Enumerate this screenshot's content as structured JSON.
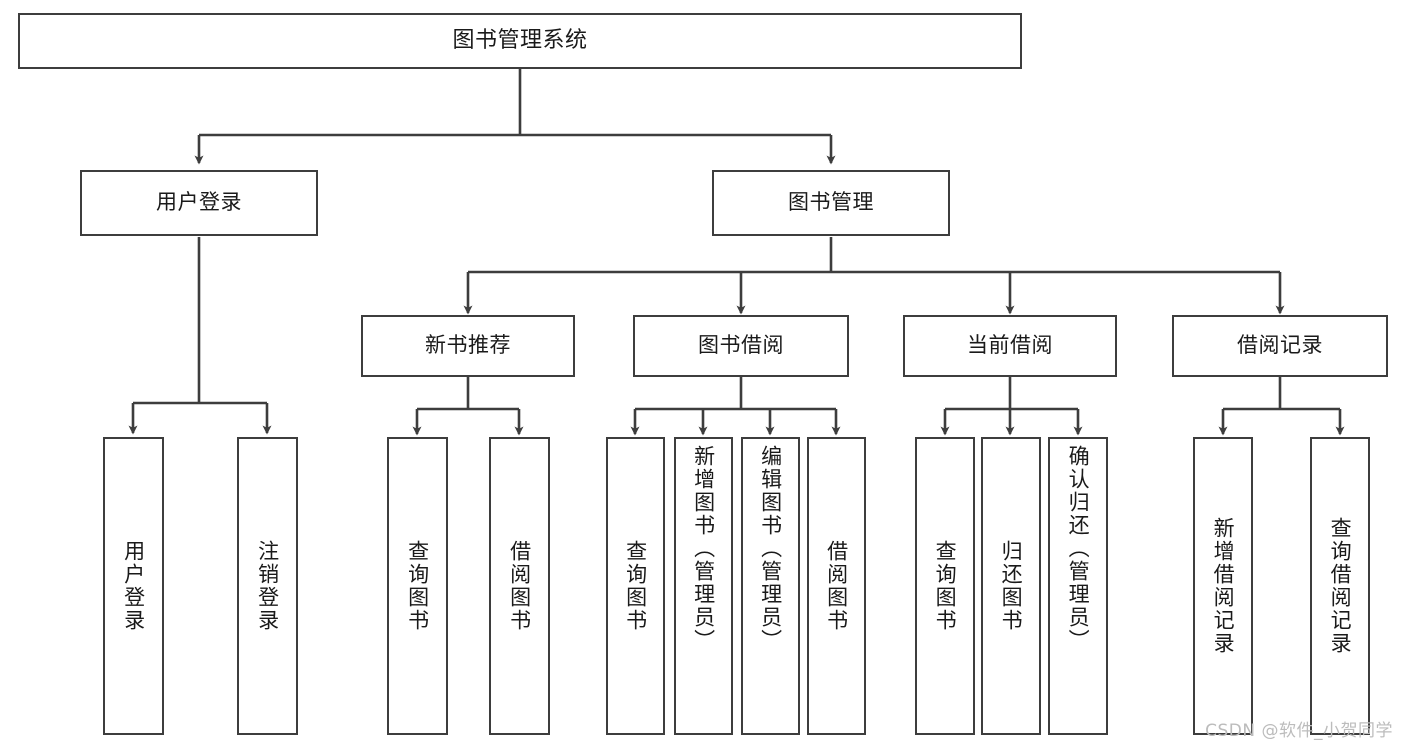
{
  "diagram": {
    "type": "tree-hierarchy",
    "orientation": "top-down",
    "title": "图书管理系统",
    "watermark": "CSDN @软件_小贺同学",
    "colors": {
      "box_border": "#3d3d3d",
      "box_fill": "#ffffff",
      "connector": "#3d3d3d",
      "text": "#1a1a1a",
      "watermark": "#bcbcbc",
      "background": "#ffffff"
    },
    "root": {
      "label": "图书管理系统"
    },
    "level2": [
      {
        "label": "用户登录"
      },
      {
        "label": "图书管理"
      }
    ],
    "level3": [
      {
        "label": "新书推荐"
      },
      {
        "label": "图书借阅"
      },
      {
        "label": "当前借阅"
      },
      {
        "label": "借阅记录"
      }
    ],
    "leaves": {
      "user_login": [
        {
          "label": "用户登录"
        },
        {
          "label": "注销登录"
        }
      ],
      "new_book_recommend": [
        {
          "label": "查询图书"
        },
        {
          "label": "借阅图书"
        }
      ],
      "book_borrow": [
        {
          "label": "查询图书"
        },
        {
          "label": "新增图书（管理员）"
        },
        {
          "label": "编辑图书（管理员）"
        },
        {
          "label": "借阅图书"
        }
      ],
      "current_borrow": [
        {
          "label": "查询图书"
        },
        {
          "label": "归还图书"
        },
        {
          "label": "确认归还（管理员）"
        }
      ],
      "borrow_record": [
        {
          "label": "新增借阅记录"
        },
        {
          "label": "查询借阅记录"
        }
      ]
    }
  }
}
